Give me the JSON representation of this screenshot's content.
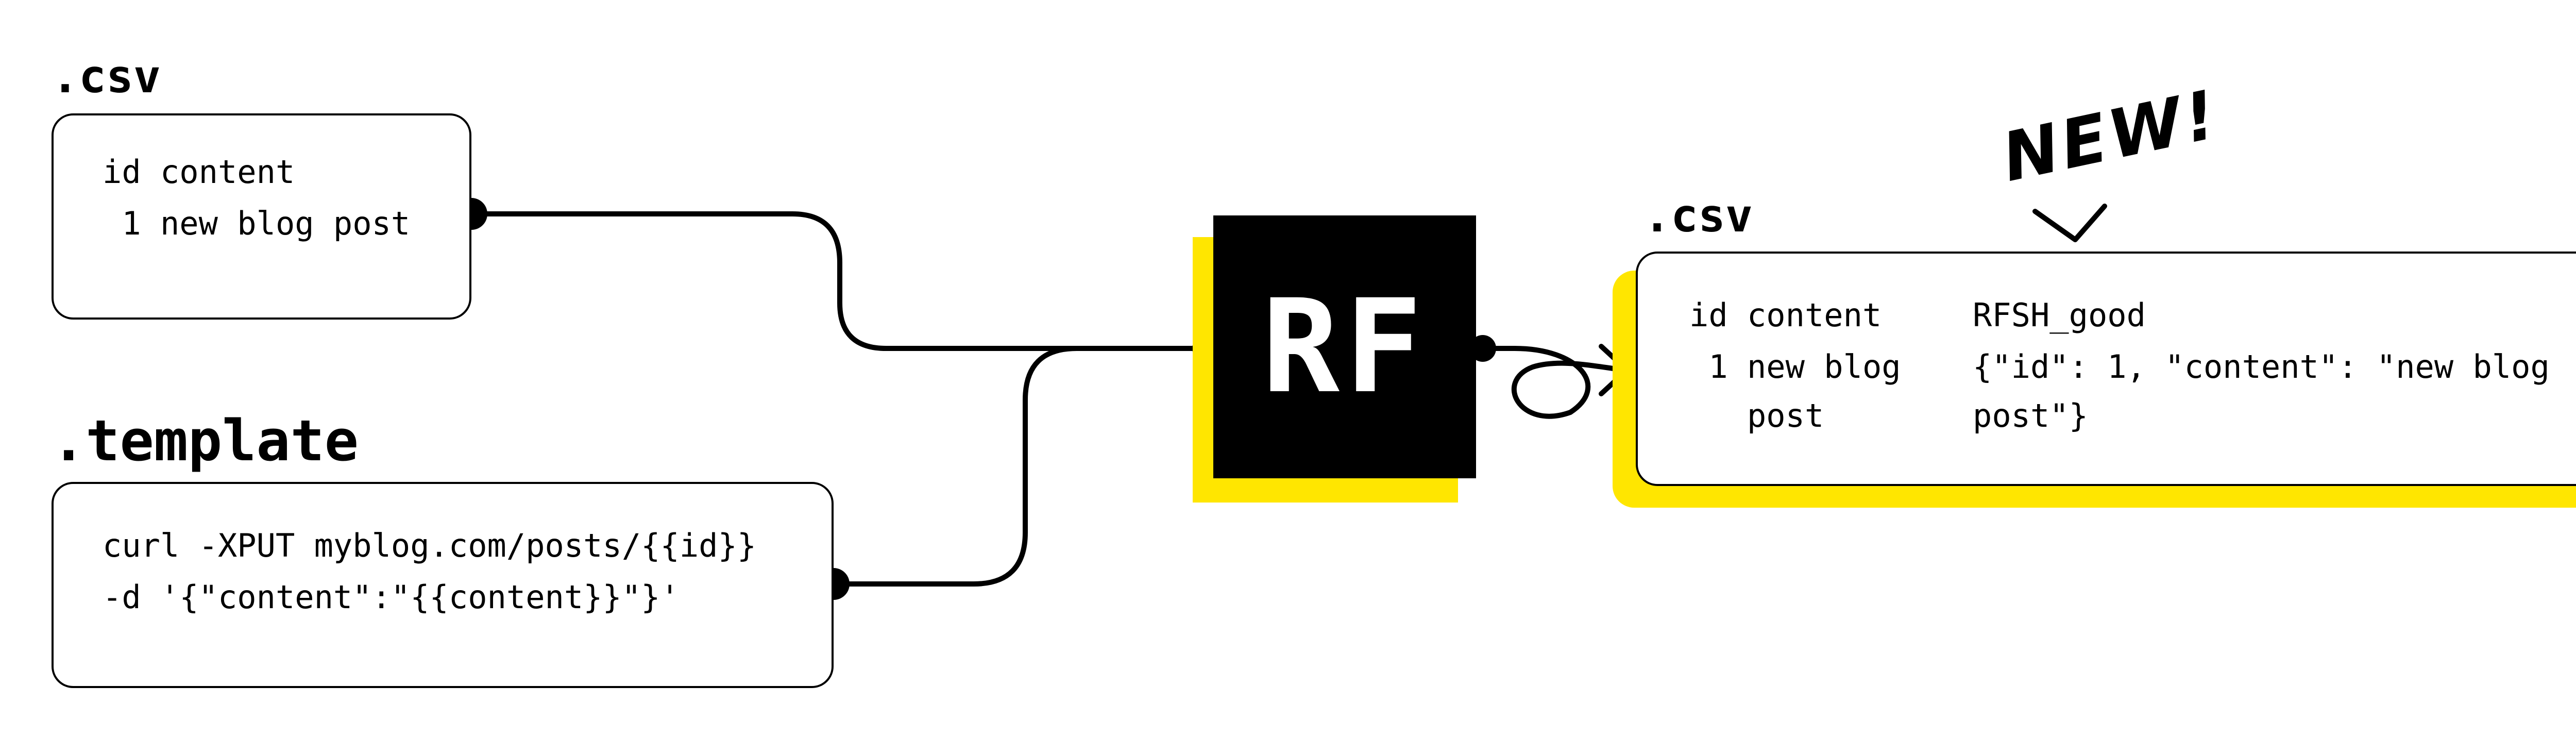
{
  "inputs": {
    "csv": {
      "heading": ".csv",
      "header_row": "id content",
      "data_row": " 1 new blog post"
    },
    "template": {
      "heading": ".template",
      "line1": "curl -XPUT myblog.com/posts/{{id}}",
      "line2": "-d '{\"content\":\"{{content}}\"}'"
    }
  },
  "processor": {
    "label": "RF"
  },
  "output": {
    "heading": ".csv",
    "annotation": "NEW!",
    "col1_header": "id content",
    "col1_row1": " 1 new blog",
    "col1_row2": "   post",
    "col2_header": "RFSH_good",
    "col2_row1": "{\"id\": 1, \"content\": \"new blog",
    "col2_row2": "post\"}"
  },
  "colors": {
    "accent": "#ffe600",
    "ink": "#000000",
    "background": "#ffffff"
  }
}
